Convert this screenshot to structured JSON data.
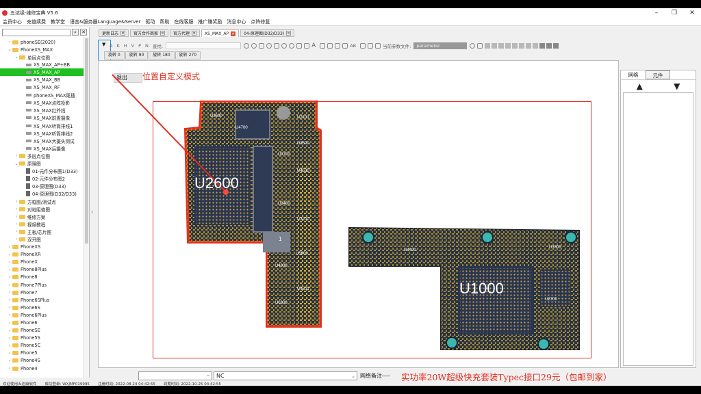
{
  "window": {
    "title": "五达级-维修宝典 V5.6",
    "controls": [
      "–",
      "❐",
      "✕"
    ]
  },
  "menu": [
    "会员中心",
    "充值续费",
    "教学堂",
    "语言&服务器Language&Server",
    "驱动",
    "帮助",
    "在线客服",
    "推广赚奖励",
    "消息中心",
    "点阵修复"
  ],
  "tree": [
    {
      "label": "phoneSE(2020)",
      "type": "folder",
      "indent": 1,
      "open": false
    },
    {
      "label": "PhoneXS_MAX",
      "type": "folder",
      "indent": 1,
      "open": true
    },
    {
      "label": "单层点位图",
      "type": "folder",
      "indent": 2,
      "open": true
    },
    {
      "label": "XS_MAX_AP+BB",
      "type": "file",
      "indent": 3
    },
    {
      "label": "XS_MAX_AP",
      "type": "file",
      "indent": 3,
      "selected": true
    },
    {
      "label": "XS_MAX_BB",
      "type": "file",
      "indent": 3
    },
    {
      "label": "XS_MAX_RF",
      "type": "file",
      "indent": 3
    },
    {
      "label": "phoneXS_MAX尾插",
      "type": "file",
      "indent": 3
    },
    {
      "label": "XS_MAX点阵投影",
      "type": "file",
      "indent": 3
    },
    {
      "label": "XS_MAX红外线",
      "type": "file",
      "indent": 3
    },
    {
      "label": "XS_MAX前置摄像",
      "type": "file",
      "indent": 3
    },
    {
      "label": "XS_MAX听筒排线1",
      "type": "file",
      "indent": 3
    },
    {
      "label": "XS_MAX听筒排线2",
      "type": "file",
      "indent": 3
    },
    {
      "label": "XS_MAX大摄头测试",
      "type": "file",
      "indent": 3
    },
    {
      "label": "XS_MAX后摄像",
      "type": "file",
      "indent": 3
    },
    {
      "label": "多层点位图",
      "type": "folder",
      "indent": 2,
      "open": false
    },
    {
      "label": "原理图",
      "type": "folder",
      "indent": 2,
      "open": true
    },
    {
      "label": "01-元件分布图1(D33)",
      "type": "doc",
      "indent": 3
    },
    {
      "label": "02-元件分布图2",
      "type": "doc",
      "indent": 3
    },
    {
      "label": "03-原理图(D33)",
      "type": "doc",
      "indent": 3
    },
    {
      "label": "04-原理图(D32/D33)",
      "type": "doc",
      "indent": 3
    },
    {
      "label": "方框图/测试点",
      "type": "folder",
      "indent": 2,
      "open": false
    },
    {
      "label": "对地阻值图",
      "type": "folder",
      "indent": 2,
      "open": false
    },
    {
      "label": "维修方案",
      "type": "folder",
      "indent": 2,
      "open": false
    },
    {
      "label": "视频教程",
      "type": "folder",
      "indent": 2,
      "open": false
    },
    {
      "label": "主板/芯片图",
      "type": "folder",
      "indent": 2,
      "open": false
    },
    {
      "label": "双开图",
      "type": "folder",
      "indent": 2,
      "open": false
    },
    {
      "label": "PhoneXS",
      "type": "folder",
      "indent": 1,
      "open": false
    },
    {
      "label": "PhoneXR",
      "type": "folder",
      "indent": 1,
      "open": false
    },
    {
      "label": "PhoneX",
      "type": "folder",
      "indent": 1,
      "open": false
    },
    {
      "label": "Phone8Plus",
      "type": "folder",
      "indent": 1,
      "open": false
    },
    {
      "label": "Phone8",
      "type": "folder",
      "indent": 1,
      "open": false
    },
    {
      "label": "Phone7Plus",
      "type": "folder",
      "indent": 1,
      "open": false
    },
    {
      "label": "Phone7",
      "type": "folder",
      "indent": 1,
      "open": false
    },
    {
      "label": "Phone6SPlus",
      "type": "folder",
      "indent": 1,
      "open": false
    },
    {
      "label": "Phone6S",
      "type": "folder",
      "indent": 1,
      "open": false
    },
    {
      "label": "Phone6Plus",
      "type": "folder",
      "indent": 1,
      "open": false
    },
    {
      "label": "Phone6",
      "type": "folder",
      "indent": 1,
      "open": false
    },
    {
      "label": "PhoneSE",
      "type": "folder",
      "indent": 1,
      "open": false
    },
    {
      "label": "Phone5S",
      "type": "folder",
      "indent": 1,
      "open": false
    },
    {
      "label": "Phone5C",
      "type": "folder",
      "indent": 1,
      "open": false
    },
    {
      "label": "Phone5",
      "type": "folder",
      "indent": 1,
      "open": false
    },
    {
      "label": "Phone4S",
      "type": "folder",
      "indent": 1,
      "open": false
    },
    {
      "label": "Phone4",
      "type": "folder",
      "indent": 1,
      "open": false
    }
  ],
  "tabs": [
    {
      "label": "更新日志",
      "active": false
    },
    {
      "label": "官方合作商家",
      "active": false
    },
    {
      "label": "官方代理",
      "active": false
    },
    {
      "label": "XS_MAX_AP",
      "active": true
    },
    {
      "label": "04-原理图(D32/D33)",
      "active": false
    }
  ],
  "toolbar": {
    "find_label": "查找:",
    "params_label": "当前参数文件:",
    "params_value": "parameter",
    "rotate_buttons": [
      "旋转 0",
      "旋转 90",
      "旋转 180",
      "旋转 270"
    ]
  },
  "canvas": {
    "exit_label": "退出",
    "mode_label": "位置自定义模式",
    "board_labels": {
      "u2600": "U2600",
      "u1000": "U1000",
      "u3600": "U3600",
      "u4700": "U4700",
      "u2101": "U2101",
      "u3500": "U3500",
      "u3700": "U3700",
      "u4530": "U4530",
      "u3400": "U3400",
      "u3200": "U3200",
      "u5600": "U5600",
      "u4000": "U4000",
      "u4501": "U4501",
      "u6300": "U6300",
      "one": "1",
      "u4400": "U4400",
      "u3300": "U3300",
      "u2700": "U2700"
    }
  },
  "right_panel": {
    "tabs": [
      "网络",
      "元件"
    ],
    "up": "▲",
    "down": "▼"
  },
  "bottom": {
    "net_value": "NC",
    "net_note": "网络备注----",
    "ad": "实功率20W超级快充套装Typec接口29元（包邮到家）"
  },
  "status": {
    "welcome": "欢迎使用五达级软件",
    "login": "成功登录: WXJMF019995",
    "reg": "注册时间: 2022-08-24 04:42:55",
    "expire": "到期时间: 2022-10-25 04:42:55"
  },
  "colors": {
    "accent_red": "#e03020",
    "board": "#24324a",
    "pads": "#e8b21c",
    "selection": "#1fbf1f",
    "pin_highlight": "#1e8fe0"
  }
}
